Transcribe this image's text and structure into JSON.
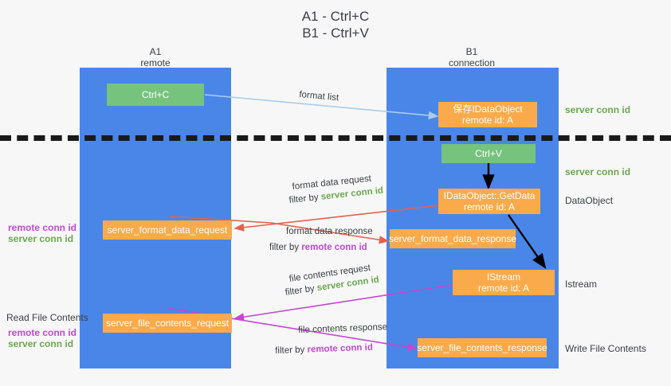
{
  "title": {
    "line1": "A1 - Ctrl+C",
    "line2": "B1 - Ctrl+V"
  },
  "lanes": [
    {
      "name": "A1",
      "sub": "remote"
    },
    {
      "name": "B1",
      "sub": "connection"
    }
  ],
  "boxes": {
    "ctrl_c": {
      "line1": "Ctrl+C"
    },
    "save_idataobject": {
      "line1": "保存IDataObject",
      "line2": "remote id: A"
    },
    "ctrl_v": {
      "line1": "Ctrl+V"
    },
    "getdata": {
      "line1": "IDataObject::GetData",
      "line2": "remote id: A"
    },
    "istream": {
      "line1": "IStream",
      "line2": "remote id: A"
    },
    "server_format_data_request": {
      "line1": "server_format_data_request"
    },
    "server_format_data_response": {
      "line1": "server_format_data_response"
    },
    "server_file_contents_request": {
      "line1": "server_file_contents_request"
    },
    "server_file_contents_response": {
      "line1": "server_file_contents_response"
    }
  },
  "right_labels": {
    "server_conn_id_1": "server conn id",
    "server_conn_id_2": "server conn id",
    "dataobject": "DataObject",
    "istream": "Istream",
    "write_file_contents": "Write File Contents"
  },
  "left_labels": {
    "remote_conn_id_1": "remote conn id",
    "server_conn_id_1": "server conn id",
    "read_file_contents": "Read File Contents",
    "remote_conn_id_2": "remote conn id",
    "server_conn_id_2": "server conn id"
  },
  "edges": {
    "format_list": "format list",
    "format_data_request": "format data request",
    "format_data_request_filter_prefix": "filter by ",
    "format_data_request_filter_value": "server conn id",
    "format_data_response": "format data response",
    "format_data_response_filter_prefix": "filter by ",
    "format_data_response_filter_value": "remote conn id",
    "file_contents_request": "file contents request",
    "file_contents_request_filter_prefix": "filter by ",
    "file_contents_request_filter_value": "server conn id",
    "file_contents_response": "file contents response",
    "file_contents_response_filter_prefix": "filter by ",
    "file_contents_response_filter_value": "remote conn id"
  },
  "colors": {
    "lane": "#4a86e8",
    "orange": "#fbaa4b",
    "green_box": "#76c37e",
    "green_text": "#6aa84f",
    "magenta": "#c04ad0",
    "red_arrow": "#e8604c",
    "blue_arrow": "#a8cdea",
    "black_arrow": "#000000"
  }
}
